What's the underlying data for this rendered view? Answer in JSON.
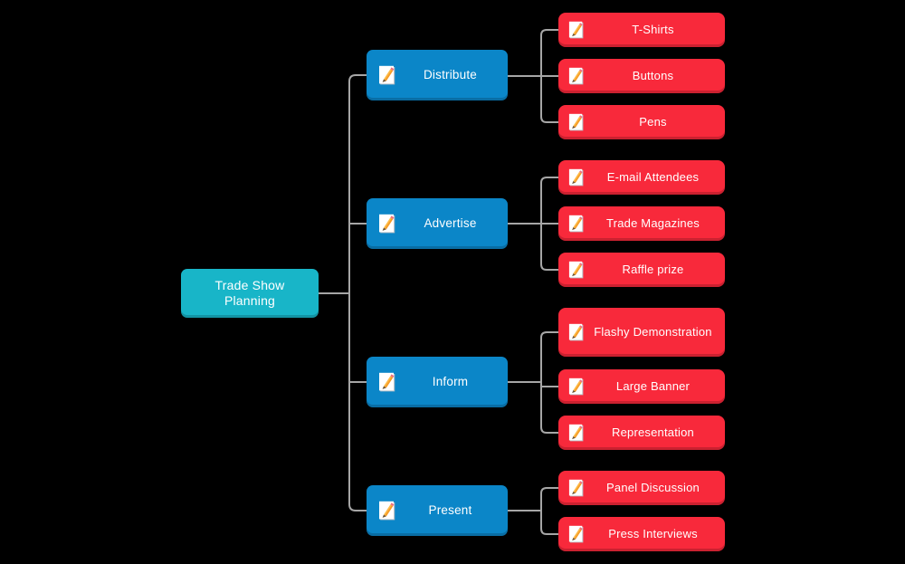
{
  "diagram": {
    "title": "Trade Show Planning mind map",
    "root": {
      "label": "Trade Show Planning"
    },
    "branches": [
      {
        "label": "Distribute",
        "children": [
          {
            "label": "T-Shirts"
          },
          {
            "label": "Buttons"
          },
          {
            "label": "Pens"
          }
        ]
      },
      {
        "label": "Advertise",
        "children": [
          {
            "label": "E-mail Attendees"
          },
          {
            "label": "Trade Magazines"
          },
          {
            "label": "Raffle prize"
          }
        ]
      },
      {
        "label": "Inform",
        "children": [
          {
            "label": "Flashy Demonstration"
          },
          {
            "label": "Large Banner"
          },
          {
            "label": "Representation"
          }
        ]
      },
      {
        "label": "Present",
        "children": [
          {
            "label": "Panel Discussion"
          },
          {
            "label": "Press Interviews"
          }
        ]
      }
    ],
    "icons": {
      "node_icon": "memo-icon"
    },
    "colors": {
      "background": "#000000",
      "root_node": "#18B5C8",
      "branch_node": "#0B86C8",
      "leaf_node": "#F8293B",
      "connector": "#A6A6A6",
      "text": "#FFFFFF"
    }
  }
}
